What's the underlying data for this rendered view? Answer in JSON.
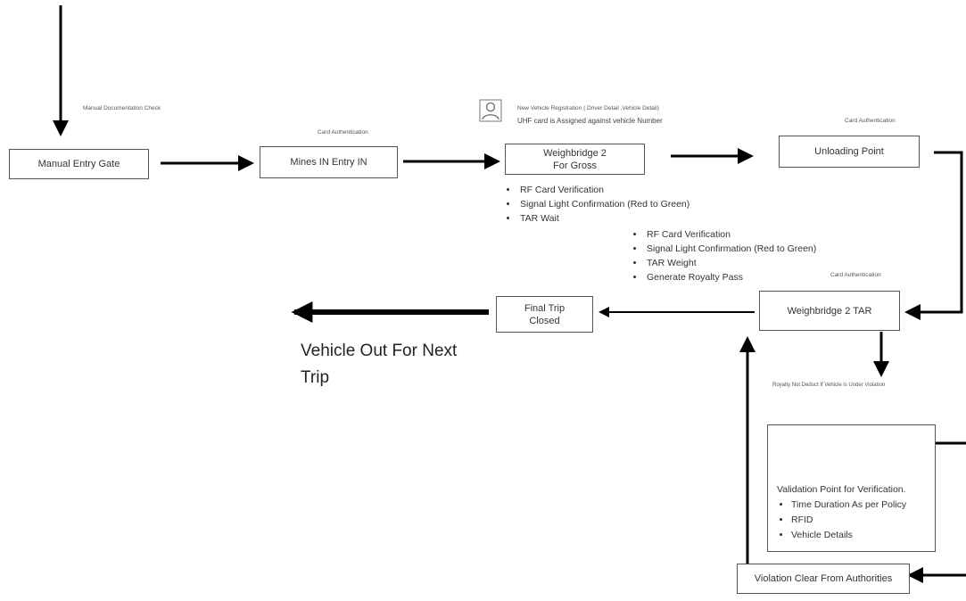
{
  "nodes": {
    "manual_entry_gate": "Manual Entry Gate",
    "mines_in_entry": "Mines IN Entry IN",
    "weighbridge_gross_line1": "Weighbridge 2",
    "weighbridge_gross_line2": "For Gross",
    "unloading_point": "Unloading Point",
    "weighbridge_tar": "Weighbridge 2 TAR",
    "final_trip_line1": "Final Trip",
    "final_trip_line2": "Closed",
    "violation_clear": "Violation Clear From Authorities"
  },
  "notes": {
    "manual_doc_check": "Manual Documentation Check",
    "card_auth_mines": "Card Authentication",
    "card_auth_unloading": "Card Authentication",
    "card_auth_tar": "Card Authentication",
    "registration_line1": "New Vehicle Registration ( Driver Detail ,Vehicle Detail)",
    "registration_line2": "UHF card is Assigned against vehicle Number",
    "royalty_not_deduct": "Royalty Not Deduct If Vehicle is Under Violation"
  },
  "gross_checks": [
    "RF Card Verification",
    "Signal Light Confirmation (Red to Green)",
    "TAR Wait"
  ],
  "tar_checks": [
    "RF Card Verification",
    "Signal Light Confirmation (Red to Green)",
    "TAR Weight",
    "Generate Royalty Pass"
  ],
  "exit_label": "Vehicle Out For Next Trip",
  "validation": {
    "title": "Validation Point for Verification.",
    "items": [
      "Time Duration As per Policy",
      "RFID",
      "Vehicle Details"
    ]
  },
  "colors": {
    "arrow": "#000000",
    "border": "#555555",
    "text": "#333333"
  },
  "icons": {
    "registration": "person-icon"
  }
}
